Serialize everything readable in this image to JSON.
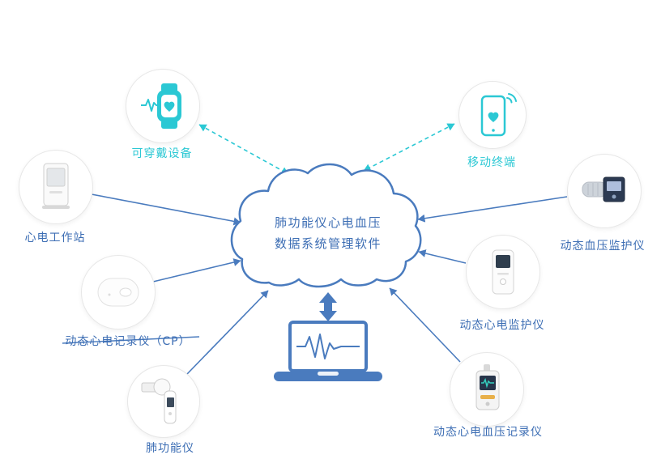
{
  "colors": {
    "teal": "#2bc8d4",
    "blue": "#4a7bbe",
    "label_blue": "#3d6eb4",
    "circle_border": "#e7e7e7"
  },
  "cloud": {
    "line1": "肺功能仪心电血压",
    "line2": "数据系统管理软件"
  },
  "nodes": {
    "wearable": {
      "label": "可穿戴设备"
    },
    "mobile_terminal": {
      "label": "移动终端"
    },
    "ecg_workstation": {
      "label": "心电工作站"
    },
    "cp_recorder": {
      "label": "动态心电记录仪（CP）"
    },
    "spirometer": {
      "label": "肺功能仪"
    },
    "bp_monitor": {
      "label": "动态血压监护仪"
    },
    "ecg_monitor": {
      "label": "动态心电监护仪"
    },
    "ecg_bp_recorder": {
      "label": "动态心电血压记录仪"
    }
  }
}
